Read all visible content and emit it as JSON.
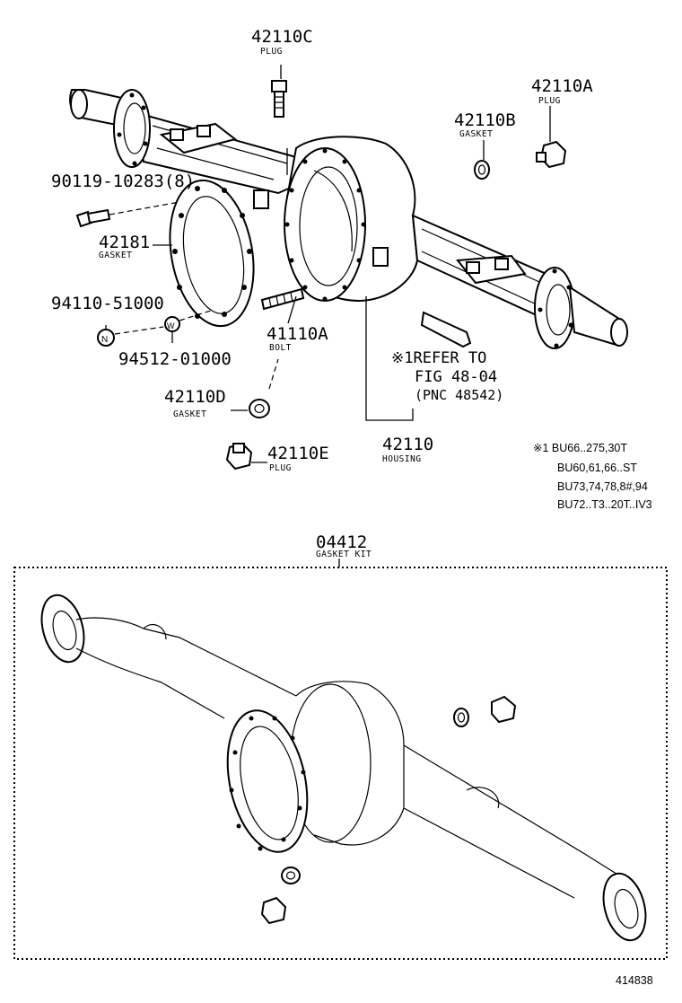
{
  "callouts": [
    {
      "id": "c42110c",
      "part_no": "42110C",
      "name": "PLUG"
    },
    {
      "id": "c42110a",
      "part_no": "42110A",
      "name": "PLUG"
    },
    {
      "id": "c42110b",
      "part_no": "42110B",
      "name": "GASKET"
    },
    {
      "id": "c90119",
      "part_no": "90119-10283(8)",
      "name": ""
    },
    {
      "id": "c42181",
      "part_no": "42181",
      "name": "GASKET"
    },
    {
      "id": "c94110",
      "part_no": "94110-51000",
      "name": ""
    },
    {
      "id": "c94512",
      "part_no": "94512-01000",
      "name": ""
    },
    {
      "id": "c41110a",
      "part_no": "41110A",
      "name": "BOLT"
    },
    {
      "id": "c42110d",
      "part_no": "42110D",
      "name": "GASKET"
    },
    {
      "id": "c42110e",
      "part_no": "42110E",
      "name": "PLUG"
    },
    {
      "id": "c42110",
      "part_no": "42110",
      "name": "HOUSING"
    },
    {
      "id": "c04412",
      "part_no": "04412",
      "name": "GASKET KIT"
    }
  ],
  "symbols": {
    "nut": "N",
    "washer": "W"
  },
  "refer_note": {
    "line1": "※1REFER TO",
    "line2": "FIG 48-04",
    "line3": "(PNC 48542)"
  },
  "applicability": {
    "lines": [
      "※1 BU66..275,30T",
      "BU60,61,66..ST",
      "BU73,74,78,8#,94",
      "BU72..T3..20T..IV3"
    ]
  },
  "illustration_number": "414838"
}
